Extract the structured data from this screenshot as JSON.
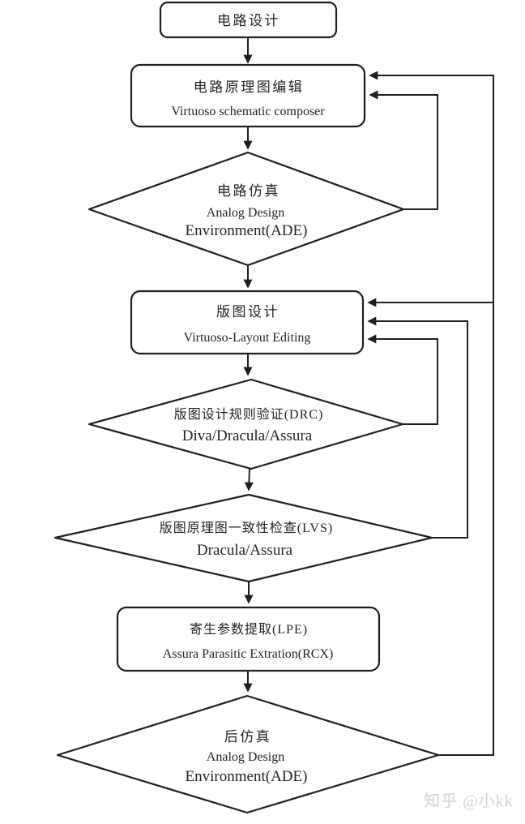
{
  "diagram": {
    "background": "#ffffff",
    "line_color": "#1f1f1f",
    "text_color": "#242424",
    "nodes": {
      "circuit_design": {
        "type": "rounded-rect",
        "label": "电路设计"
      },
      "schematic_edit": {
        "type": "rounded-rect",
        "label": "电路原理图编辑",
        "sublabel": "Virtuoso schematic composer"
      },
      "circuit_sim": {
        "type": "diamond",
        "label": "电路仿真",
        "line2": "Analog Design",
        "line3": "Environment(ADE)"
      },
      "layout_design": {
        "type": "rounded-rect",
        "label": "版图设计",
        "sublabel": "Virtuoso-Layout Editing"
      },
      "drc": {
        "type": "diamond",
        "label": "版图设计规则验证(DRC)",
        "sublabel": "Diva/Dracula/Assura"
      },
      "lvs": {
        "type": "diamond",
        "label": "版图原理图一致性检查(LVS)",
        "sublabel": "Dracula/Assura"
      },
      "lpe": {
        "type": "rounded-rect",
        "label": "寄生参数提取(LPE)",
        "sublabel": "Assura Parasitic Extration(RCX)"
      },
      "post_sim": {
        "type": "diamond",
        "label": "后仿真",
        "line2": "Analog Design",
        "line3": "Environment(ADE)"
      }
    },
    "edges": [
      {
        "from": "circuit_design",
        "to": "schematic_edit",
        "kind": "forward"
      },
      {
        "from": "schematic_edit",
        "to": "circuit_sim",
        "kind": "forward"
      },
      {
        "from": "circuit_sim",
        "to": "layout_design",
        "kind": "forward"
      },
      {
        "from": "circuit_sim",
        "to": "schematic_edit",
        "kind": "feedback"
      },
      {
        "from": "layout_design",
        "to": "drc",
        "kind": "forward"
      },
      {
        "from": "drc",
        "to": "lvs",
        "kind": "forward"
      },
      {
        "from": "drc",
        "to": "layout_design",
        "kind": "feedback"
      },
      {
        "from": "lvs",
        "to": "lpe",
        "kind": "forward"
      },
      {
        "from": "lvs",
        "to": "layout_design",
        "kind": "feedback"
      },
      {
        "from": "lpe",
        "to": "post_sim",
        "kind": "forward"
      },
      {
        "from": "post_sim",
        "to": "layout_design",
        "kind": "feedback"
      },
      {
        "from": "post_sim",
        "to": "schematic_edit",
        "kind": "feedback"
      }
    ]
  },
  "watermark": {
    "text": "知乎 @小kk",
    "color": "#d5d5d5"
  }
}
